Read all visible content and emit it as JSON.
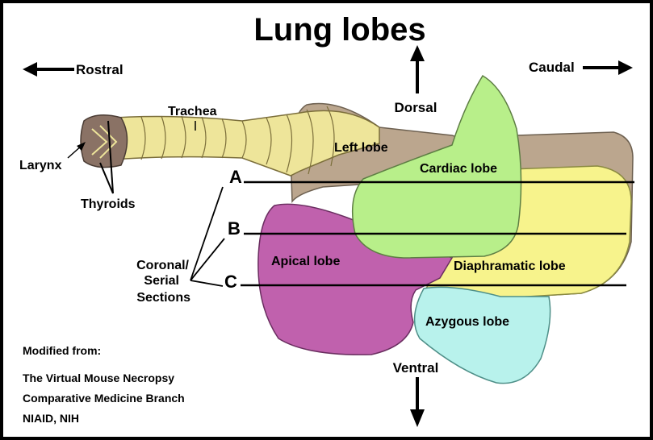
{
  "title": "Lung lobes",
  "directions": {
    "rostral": "Rostral",
    "caudal": "Caudal",
    "dorsal": "Dorsal",
    "ventral": "Ventral"
  },
  "anatomy": {
    "trachea": "Trachea",
    "larynx": "Larynx",
    "thyroids": "Thyroids",
    "left_lobe": "Left lobe",
    "cardiac_lobe": "Cardiac lobe",
    "apical_lobe": "Apical lobe",
    "diaphramatic_lobe": "Diaphramatic lobe",
    "azygous_lobe": "Azygous lobe"
  },
  "sections": {
    "a": "A",
    "b": "B",
    "c": "C",
    "caption_line1": "Coronal/",
    "caption_line2": "Serial",
    "caption_line3": "Sections"
  },
  "credit": {
    "line1": "Modified from:",
    "line2": "The Virtual Mouse Necropsy",
    "line3": "Comparative Medicine Branch",
    "line4": "NIAID, NIH"
  },
  "colors": {
    "left_lobe": "#bba68e",
    "cardiac_lobe": "#b8ef8a",
    "apical_lobe": "#c061ad",
    "diaphramatic_lobe": "#f7f38c",
    "azygous_lobe": "#b8f2ec",
    "trachea": "#eee59a",
    "larynx": "#8a7265"
  }
}
